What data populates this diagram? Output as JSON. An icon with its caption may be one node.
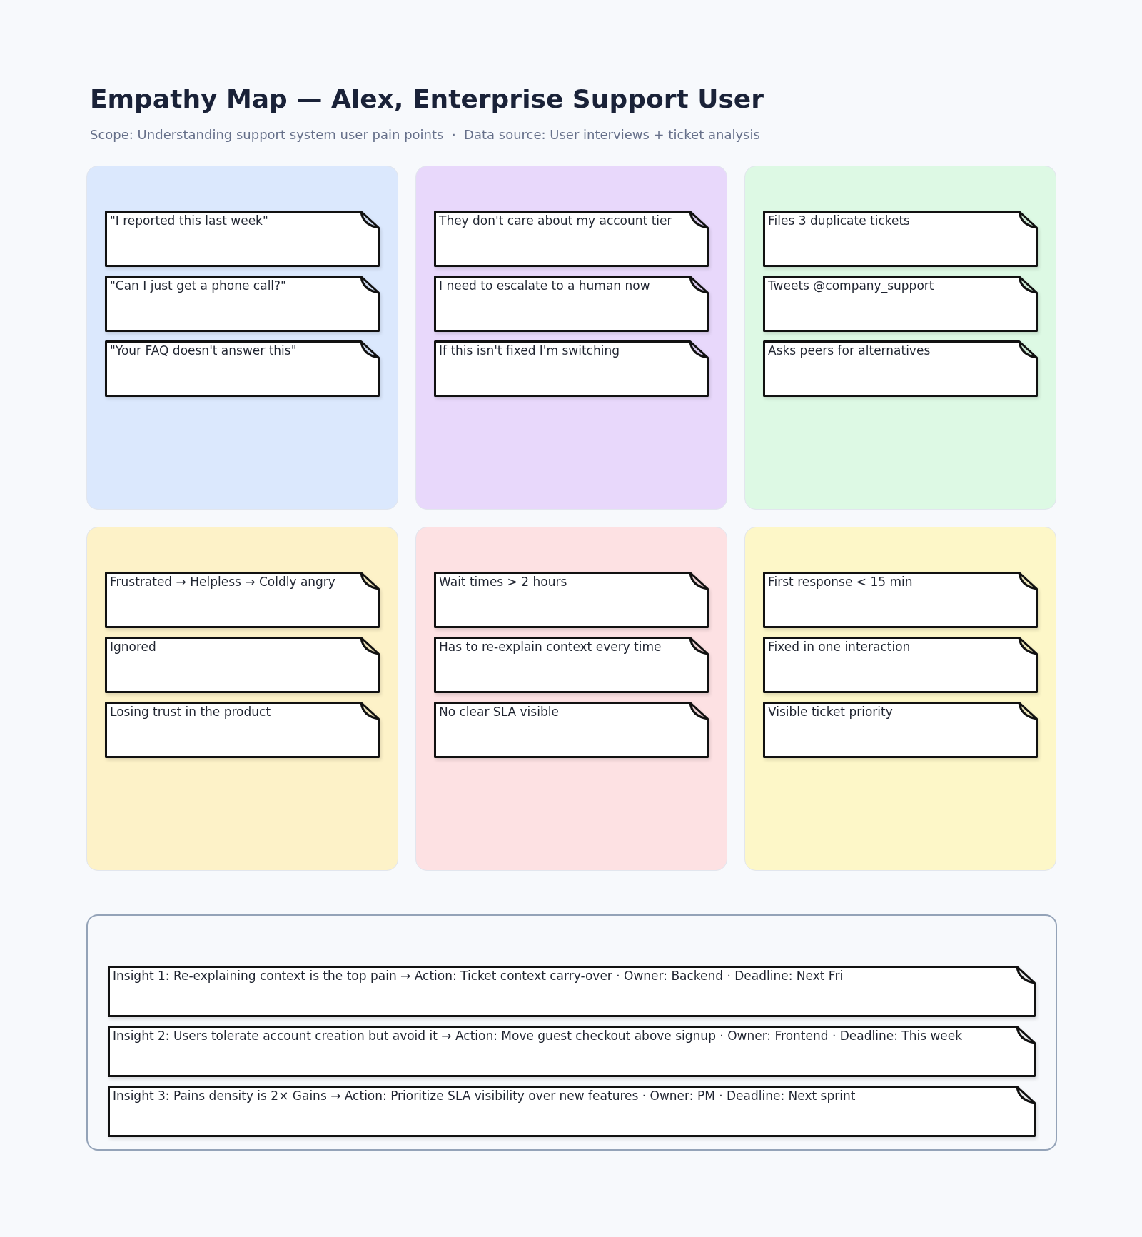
{
  "diagram": {
    "title": "Empathy Map — Alex, Enterprise Support User",
    "nodes": [
      {
        "text": [],
        "shape": "box"
      },
      {
        "text": [
          "\"I reported this last week\""
        ],
        "in": 0
      },
      {
        "text": [
          "\"Can I just get a phone call?\""
        ],
        "in": 0
      },
      {
        "text": [
          "\"Your FAQ doesn't answer this\""
        ],
        "in": 0
      },
      {
        "text": [],
        "shape": "box"
      },
      {
        "text": [
          "They don't care about my account tier"
        ],
        "in": 4
      },
      {
        "text": [
          "I need to escalate to a human now"
        ],
        "in": 4
      },
      {
        "text": [
          "If this isn't fixed I'm switching"
        ],
        "in": 4
      },
      {
        "text": [],
        "shape": "box"
      },
      {
        "text": [
          "Files 3 duplicate tickets"
        ],
        "in": 8
      },
      {
        "text": [
          "Tweets @company_support"
        ],
        "in": 8
      },
      {
        "text": [
          "Asks peers for alternatives"
        ],
        "in": 8
      },
      {
        "text": [],
        "shape": "box"
      },
      {
        "text": [
          "Frustrated → Helpless → Coldly angry"
        ],
        "in": 12
      },
      {
        "text": [
          "Ignored"
        ],
        "in": 12
      },
      {
        "text": [
          "Losing trust in the product"
        ],
        "in": 12
      },
      {
        "text": [],
        "shape": "box"
      },
      {
        "text": [
          "Wait times > 2 hours"
        ],
        "in": 16
      },
      {
        "text": [
          "Has to re-explain context every time"
        ],
        "in": 16
      },
      {
        "text": [
          "No clear SLA visible"
        ],
        "in": 16
      },
      {
        "text": [],
        "shape": "box"
      },
      {
        "text": [
          "First response < 15 min"
        ],
        "in": 20
      },
      {
        "text": [
          "Fixed in one interaction"
        ],
        "in": 20
      },
      {
        "text": [
          "Visible ticket priority"
        ],
        "in": 20
      },
      {
        "text": [],
        "shape": "box"
      },
      {
        "text": [
          "Insight 1: Re-explaining context is the top pain → Action: Ticket context carry-over · Owner: Backend · Deadline: Next Fri"
        ],
        "in": 24
      },
      {
        "text": [
          "Insight 2: Users tolerate account creation but avoid it → Action: Move guest checkout above signup · Owner: Frontend · Deadline: This week"
        ],
        "in": 24
      },
      {
        "text": [
          "Insight 3: Pains density is 2× Gains → Action: Prioritize SLA visibility over new features · Owner: PM · Deadline: Next sprint"
        ],
        "in": 24
      }
    ],
    "edges": [],
    "labels": [
      "Scope: Understanding support system user pain points  ·  Data source: User interviews + ticket analysis"
    ]
  }
}
